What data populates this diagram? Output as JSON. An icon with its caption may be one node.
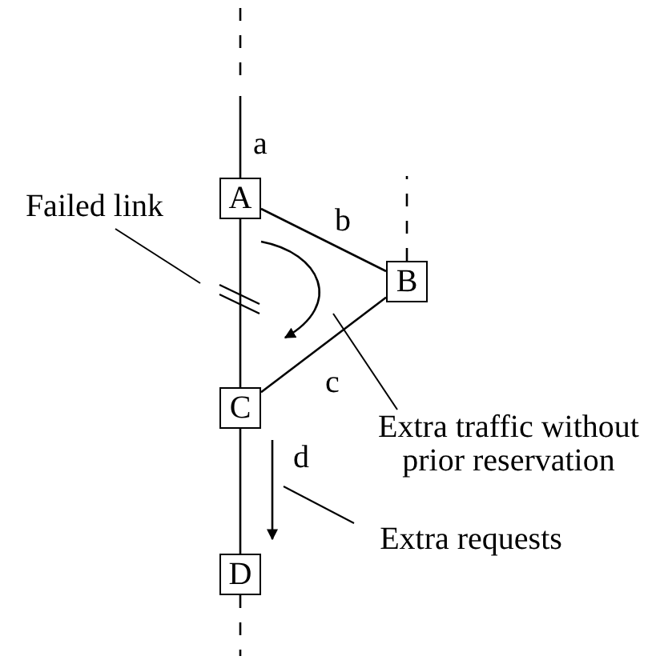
{
  "diagram": {
    "nodes": [
      {
        "text": [
          "A"
        ]
      },
      {
        "text": [
          "B"
        ]
      },
      {
        "text": [
          "C"
        ]
      },
      {
        "text": [
          "D"
        ]
      },
      {
        "text": [
          "Failed link"
        ]
      },
      {
        "text": [
          "Extra traffic without prior reservation"
        ]
      },
      {
        "text": [
          "Extra requests"
        ]
      }
    ],
    "edges": [
      {
        "from": null,
        "to": 0,
        "arrow": "none",
        "label": "a"
      },
      {
        "from": 0,
        "to": 1,
        "arrow": "none",
        "label": "b"
      },
      {
        "from": 0,
        "to": 2,
        "arrow": "none"
      },
      {
        "from": 1,
        "to": 2,
        "arrow": "none",
        "label": "c"
      },
      {
        "from": 2,
        "to": 3,
        "arrow": "none"
      },
      {
        "from": 3,
        "to": null,
        "arrow": "none",
        "style": "dashed"
      },
      {
        "from": 1,
        "to": null,
        "arrow": "none",
        "style": "dashed"
      },
      {
        "from": 4,
        "to": null,
        "arrow": "none"
      },
      {
        "from": 5,
        "to": null,
        "arrow": "none"
      },
      {
        "from": 6,
        "to": null,
        "arrow": "none"
      }
    ],
    "labels": [
      "d"
    ]
  }
}
